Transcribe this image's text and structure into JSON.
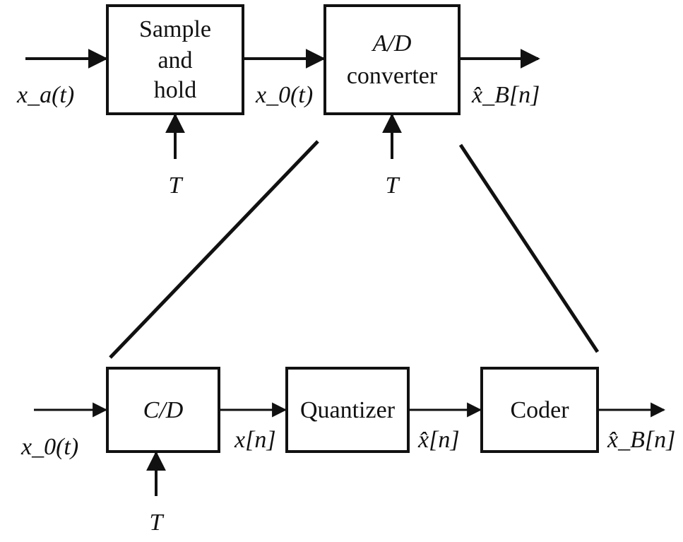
{
  "top_diagram": {
    "sample_hold": {
      "line1": "Sample",
      "line2": "and",
      "line3": "hold"
    },
    "ad_converter": {
      "line1": "A/D",
      "line2": "converter"
    },
    "input_signal": "x_a(t)",
    "intermediate_signal": "x_0(t)",
    "output_signal": "x̂_B[n]",
    "clock_label_1": "T",
    "clock_label_2": "T"
  },
  "bottom_diagram": {
    "cd_block": "C/D",
    "quantizer_block": "Quantizer",
    "coder_block": "Coder",
    "input_signal": "x_0(t)",
    "cd_output": "x[n]",
    "quantizer_output": "x̂[n]",
    "coder_output": "x̂_B[n]",
    "clock_label": "T"
  }
}
